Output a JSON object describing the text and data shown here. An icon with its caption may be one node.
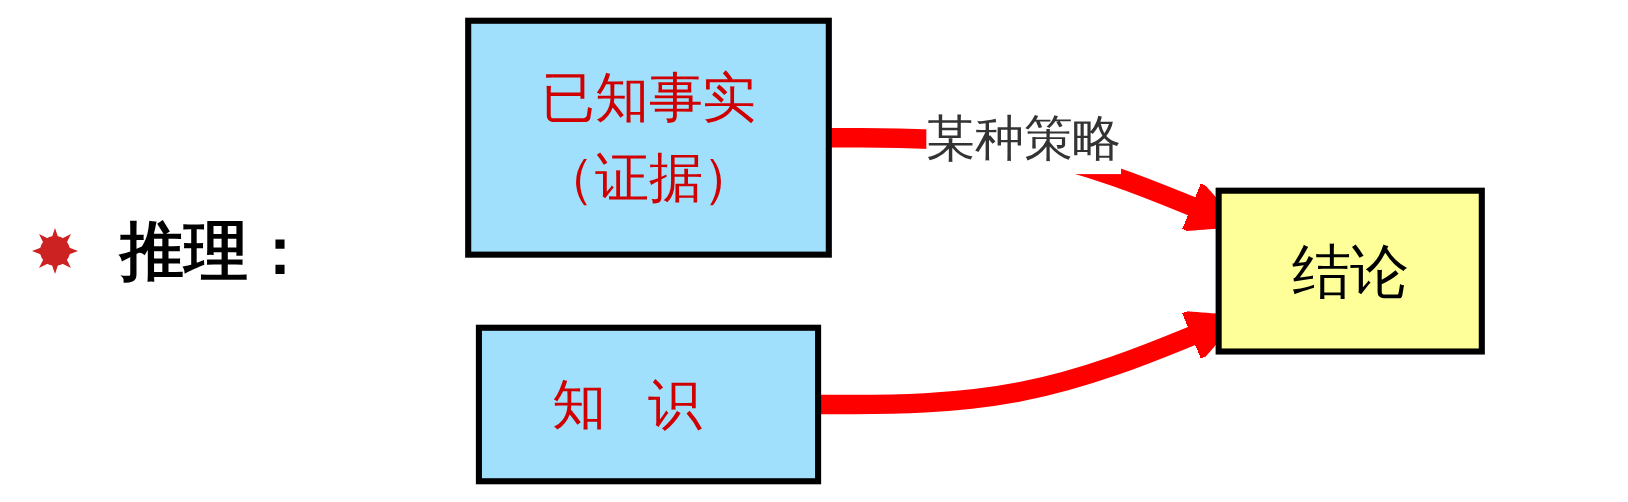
{
  "diagram": {
    "title": "推理：",
    "nodes": [
      {
        "text": [
          "已知事实",
          "（证据）"
        ]
      },
      {
        "text": [
          "知识"
        ]
      },
      {
        "text": [
          "结论"
        ]
      }
    ],
    "edges": [
      {
        "from": 0,
        "to": 2,
        "arrow": "to",
        "label": "某种策略"
      },
      {
        "from": 1,
        "to": 2,
        "arrow": "to"
      }
    ]
  }
}
